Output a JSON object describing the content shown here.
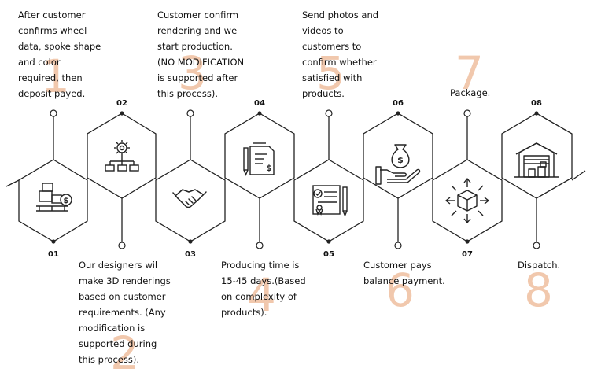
{
  "steps": [
    {
      "code": "01",
      "big_number": "1",
      "text": "After customer\nconfirms wheel\ndata, spoke shape\nand color\nrequired, then\ndeposit payed.",
      "icon": "boxes-dollar-icon"
    },
    {
      "code": "02",
      "big_number": "2",
      "text": "Our designers wil\nmake 3D renderings\nbased on customer\nrequirements. (Any\nmodification is\nsupported during\nthis process).",
      "icon": "gear-flowchart-icon"
    },
    {
      "code": "03",
      "big_number": "3",
      "text": "Customer confirm\nrendering and we\nstart production.\n(NO MODIFICATION\nis supported after\nthis process).",
      "icon": "handshake-icon"
    },
    {
      "code": "04",
      "big_number": "4",
      "text": "Producing time is\n15-45 days.(Based\non complexity of\nproducts).",
      "icon": "pen-invoice-icon"
    },
    {
      "code": "05",
      "big_number": "5",
      "text": "Send photos and\nvideos to\ncustomers to\nconfirm whether\nsatisfied with\nproducts.",
      "icon": "certificate-icon"
    },
    {
      "code": "06",
      "big_number": "6",
      "text": "Customer pays\nbalance payment.",
      "icon": "money-bag-hand-icon"
    },
    {
      "code": "07",
      "big_number": "7",
      "text": "Package.",
      "icon": "package-arrows-icon"
    },
    {
      "code": "08",
      "big_number": "8",
      "text": "Dispatch.",
      "icon": "warehouse-icon"
    }
  ],
  "colors": {
    "accent_numbers": "#f1c8ad",
    "line": "#222222"
  }
}
